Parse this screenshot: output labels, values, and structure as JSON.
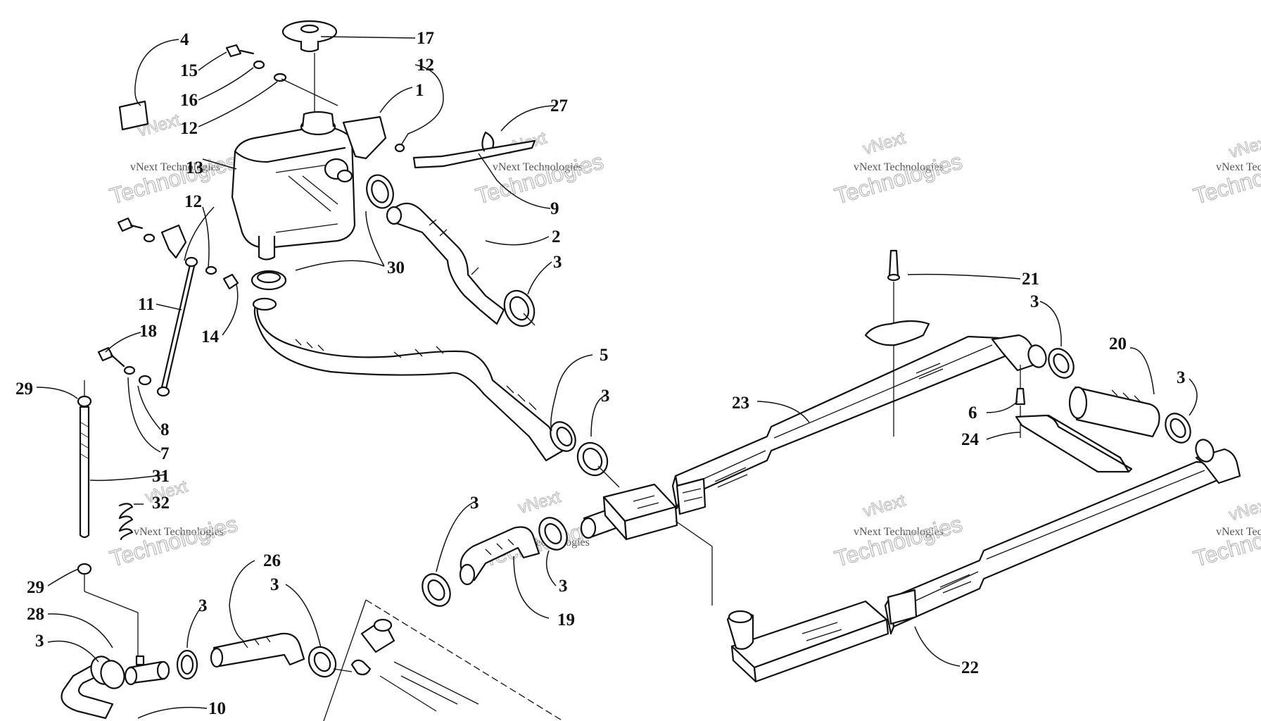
{
  "watermark": {
    "line1": "vNext",
    "line2": "vNext Technologies",
    "line3": "Technologies"
  },
  "callouts": [
    {
      "id": "c4",
      "text": "4"
    },
    {
      "id": "c15",
      "text": "15"
    },
    {
      "id": "c16",
      "text": "16"
    },
    {
      "id": "c12a",
      "text": "12"
    },
    {
      "id": "c17",
      "text": "17"
    },
    {
      "id": "c12b",
      "text": "12"
    },
    {
      "id": "c1",
      "text": "1"
    },
    {
      "id": "c27",
      "text": "27"
    },
    {
      "id": "c13",
      "text": "13"
    },
    {
      "id": "c12c",
      "text": "12"
    },
    {
      "id": "c9",
      "text": "9"
    },
    {
      "id": "c2",
      "text": "2"
    },
    {
      "id": "c3a",
      "text": "3"
    },
    {
      "id": "c30",
      "text": "30"
    },
    {
      "id": "c11",
      "text": "11"
    },
    {
      "id": "c14",
      "text": "14"
    },
    {
      "id": "c18",
      "text": "18"
    },
    {
      "id": "c29a",
      "text": "29"
    },
    {
      "id": "c8",
      "text": "8"
    },
    {
      "id": "c7",
      "text": "7"
    },
    {
      "id": "c31",
      "text": "31"
    },
    {
      "id": "c32",
      "text": "32"
    },
    {
      "id": "c29b",
      "text": "29"
    },
    {
      "id": "c28",
      "text": "28"
    },
    {
      "id": "c3b",
      "text": "3"
    },
    {
      "id": "c3c",
      "text": "3"
    },
    {
      "id": "c26",
      "text": "26"
    },
    {
      "id": "c3d",
      "text": "3"
    },
    {
      "id": "c10",
      "text": "10"
    },
    {
      "id": "c5",
      "text": "5"
    },
    {
      "id": "c3e",
      "text": "3"
    },
    {
      "id": "c3f",
      "text": "3"
    },
    {
      "id": "c3g",
      "text": "3"
    },
    {
      "id": "c19",
      "text": "19"
    },
    {
      "id": "c21",
      "text": "21"
    },
    {
      "id": "c3h",
      "text": "3"
    },
    {
      "id": "c20",
      "text": "20"
    },
    {
      "id": "c3i",
      "text": "3"
    },
    {
      "id": "c23",
      "text": "23"
    },
    {
      "id": "c6",
      "text": "6"
    },
    {
      "id": "c24",
      "text": "24"
    },
    {
      "id": "c22",
      "text": "22"
    }
  ]
}
